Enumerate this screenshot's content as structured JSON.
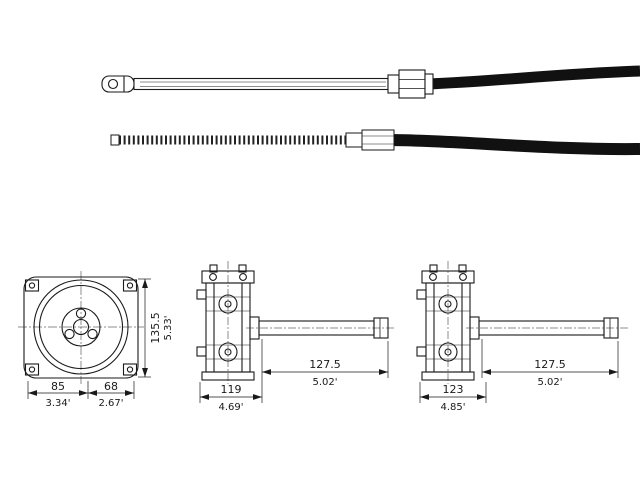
{
  "colors": {
    "background": "#ffffff",
    "ink": "#1a1a1a"
  },
  "dimensions": {
    "front_view": {
      "width_left_mm": "85",
      "width_left_in": "3.34'",
      "width_right_mm": "68",
      "width_right_in": "2.67'",
      "height_mm": "135.5",
      "height_in": "5.33'"
    },
    "side_view_1": {
      "body_mm": "119",
      "body_in": "4.69'",
      "shaft_mm": "127.5",
      "shaft_in": "5.02'"
    },
    "side_view_2": {
      "body_mm": "123",
      "body_in": "4.85'",
      "shaft_mm": "127.5",
      "shaft_in": "5.02'"
    }
  }
}
